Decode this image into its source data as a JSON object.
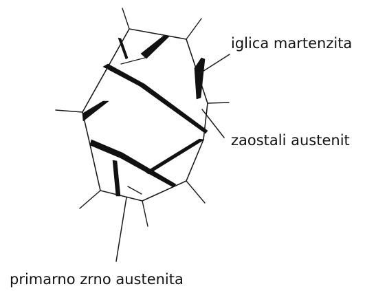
{
  "labels": {
    "martensite_needle": "iglica martenzita",
    "retained_austenite": "zaostali austenit",
    "prior_austenite_grain": "primarno zrno austenita"
  }
}
